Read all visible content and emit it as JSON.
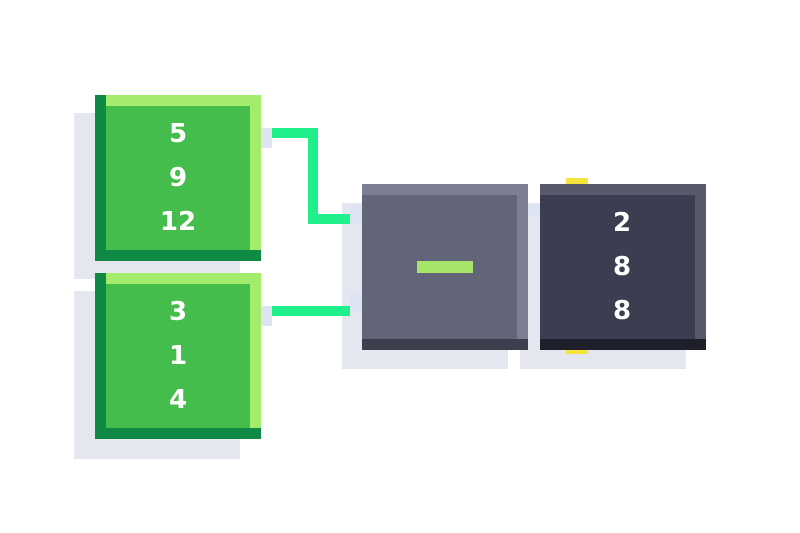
{
  "blocks": {
    "input_a": {
      "values": [
        "5",
        "9",
        "12"
      ]
    },
    "input_b": {
      "values": [
        "3",
        "1",
        "4"
      ]
    },
    "operator": {
      "symbol": "minus"
    },
    "output": {
      "values": [
        "2",
        "8",
        "8"
      ]
    }
  },
  "colors": {
    "background": "#ffffff",
    "green_block": "#44bd4c",
    "green_highlight": "#a3ec6c",
    "green_dark": "#0f8a45",
    "operator_block": "#626478",
    "output_block": "#3c3d50",
    "wire": "#20f08a",
    "operator_symbol": "#a6e56a",
    "output_marker": "#f5e53b"
  }
}
